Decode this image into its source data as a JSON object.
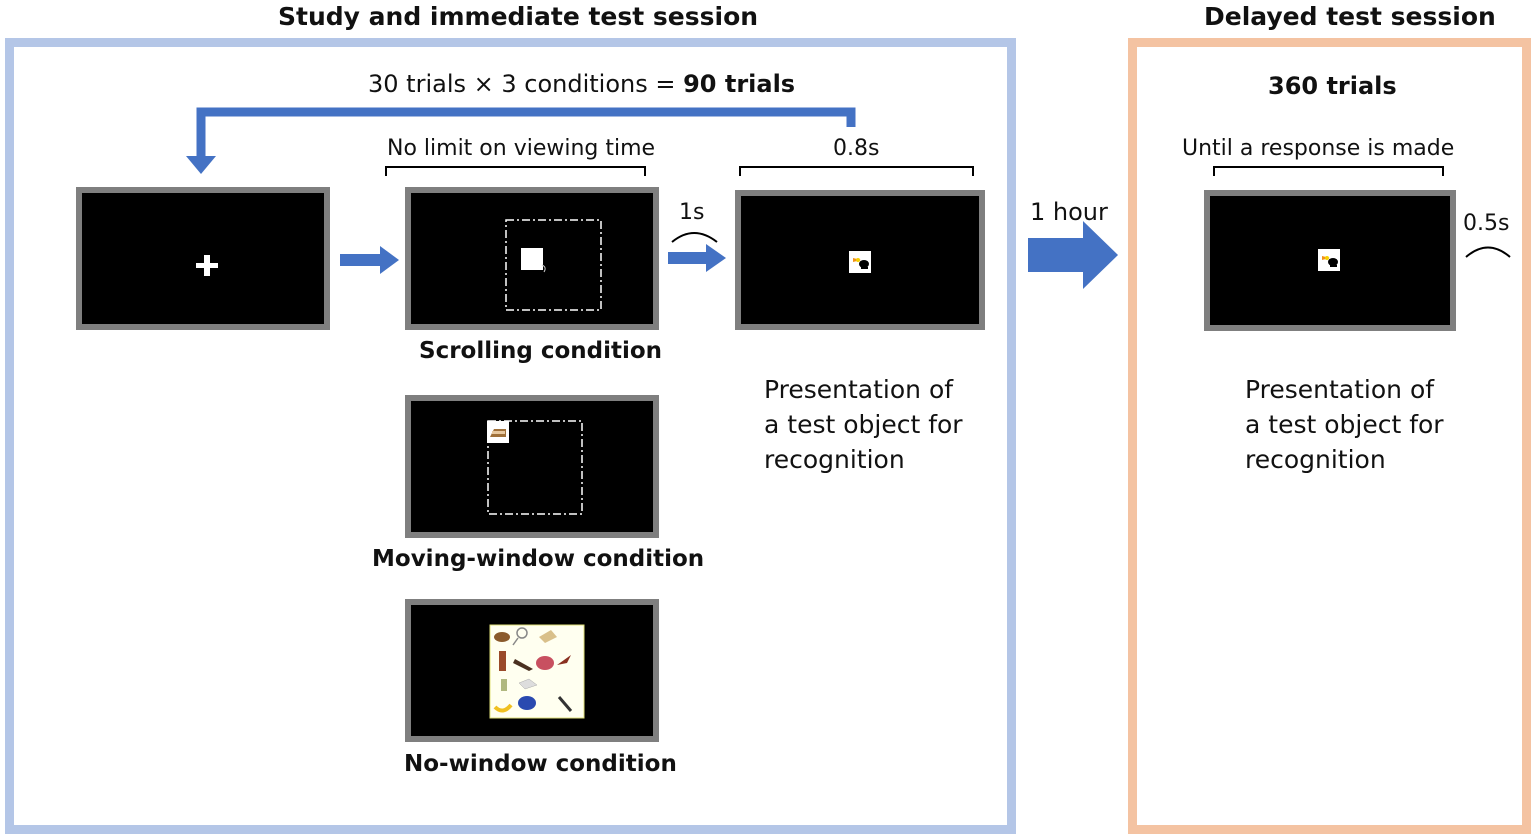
{
  "study": {
    "title": "Study and immediate test session",
    "trials_count": "30 trials × 3 conditions = ",
    "trials_total": "90 trials",
    "viewing_time": "No limit on viewing time",
    "isi": "1s",
    "test_duration": "0.8s",
    "conditions": [
      "Scrolling condition",
      "Moving-window condition",
      "No-window condition"
    ],
    "test_desc": [
      "Presentation of",
      "a test object for",
      "recognition"
    ]
  },
  "delay": {
    "label": "1 hour"
  },
  "delayed": {
    "title": "Delayed test session",
    "trials": "360 trials",
    "response": "Until a response is made",
    "iti": "0.5s",
    "test_desc": [
      "Presentation of",
      "a test object for",
      "recognition"
    ]
  },
  "colors": {
    "arrow": "#4472c4",
    "study_border": "#b4c6e7",
    "delayed_border": "#f4c3a2",
    "screen_bezel": "#7f7f7f"
  },
  "icons": [
    "fixation-cross-icon",
    "toucan-icon",
    "cake-icon",
    "object-array-icon"
  ]
}
